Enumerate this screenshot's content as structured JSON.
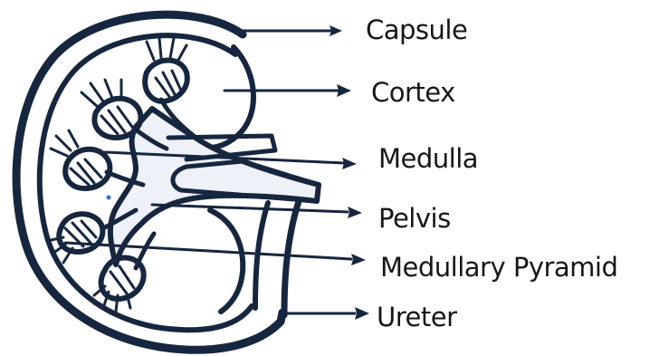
{
  "colors": {
    "ink": "#17263f",
    "label": "#16161a",
    "pelvis_fill": "#eef1f7",
    "background": "#ffffff"
  },
  "labels": {
    "capsule": "Capsule",
    "cortex": "Cortex",
    "medulla": "Medulla",
    "pelvis": "Pelvis",
    "pyramid": "Medullary Pyramid",
    "ureter": "Ureter"
  }
}
